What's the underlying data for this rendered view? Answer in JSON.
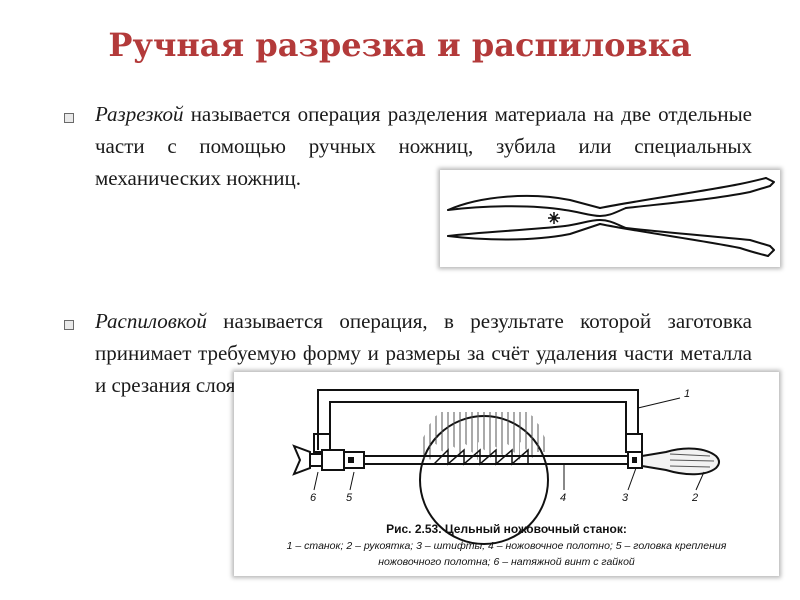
{
  "title": "Ручная разрезка и распиловка",
  "paragraphs": [
    {
      "term": "Разрезкой",
      "text": " называется операция разделения материала на две отдельные части с помощью ручных ножниц, зубила или специальных механических ножниц."
    },
    {
      "term": "Распиловкой",
      "text": " называется операция, в результате которой заготовка принимает требуемую форму и размеры за счёт удаления части металла и срезания слоя"
    }
  ],
  "figure_hacksaw": {
    "caption_title": "Рис. 2.53. Цельный ножовочный станок:",
    "caption_line1": "1 – станок; 2 – рукоятка; 3 – штифты; 4 – ножовочное полотно; 5 – головка крепления",
    "caption_line2": "ножовочного полотна; 6 – натяжной винт с гайкой",
    "labels": [
      "1",
      "2",
      "3",
      "4",
      "5",
      "6"
    ]
  },
  "colors": {
    "title": "#b33a3a",
    "text": "#1a1a1a"
  }
}
